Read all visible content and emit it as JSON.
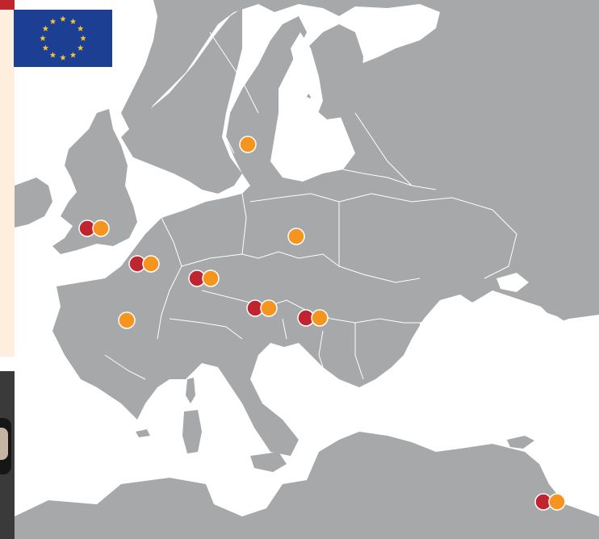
{
  "colors": {
    "land": "#a7a8aa",
    "sea": "#ffffff",
    "border": "#ffffff",
    "accent_red": "#c0242f",
    "marker_orange": "#f5951f",
    "panel": "#fdeedd",
    "flag_blue": "#1c3f94",
    "flag_star": "#f2c230"
  },
  "flag": {
    "name": "eu-flag",
    "stars": 12
  },
  "markers": [
    {
      "name": "uk",
      "red": true
    },
    {
      "name": "belgium",
      "red": true
    },
    {
      "name": "germany",
      "red": true
    },
    {
      "name": "austria",
      "red": true
    },
    {
      "name": "hungary",
      "red": true
    },
    {
      "name": "israel",
      "red": true
    },
    {
      "name": "france",
      "red": false
    },
    {
      "name": "poland",
      "red": false
    },
    {
      "name": "sweden",
      "red": false
    }
  ]
}
